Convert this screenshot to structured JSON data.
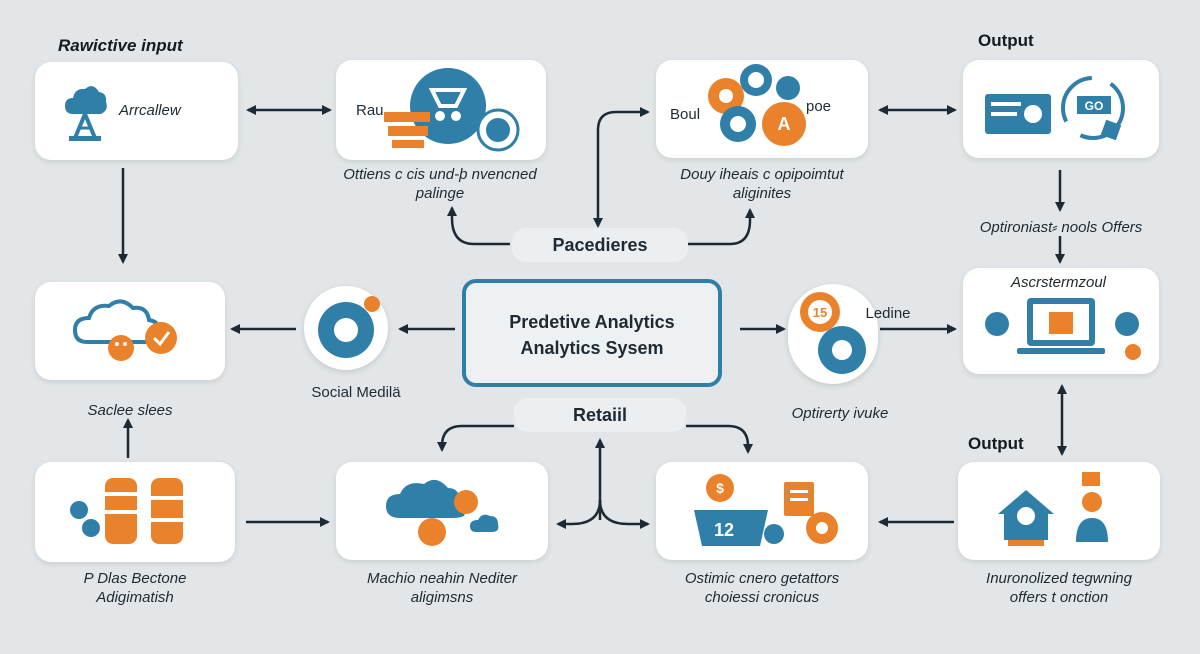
{
  "headers": {
    "raw_input": "Rawictive input",
    "output_top": "Output",
    "output_mid": "Output"
  },
  "cards": {
    "c1": {
      "inner_label": "Arrcallew"
    },
    "c2": {
      "inner_label": "Rau",
      "caption_line1": "Ottiens c cis und-þ nvencned",
      "caption_line2": "palinge"
    },
    "c3": {
      "inner_label_left": "Boul",
      "inner_label_right": "poe",
      "caption_line1": "Douy iheais c opipoimtut",
      "caption_line2": "aliginites"
    },
    "c4": {
      "caption": "Optironiast⸗ nools Offers"
    },
    "c5": {
      "caption": "Saclee slees"
    },
    "c7": {
      "inner_label": "Ascrstermzoul"
    },
    "c8": {
      "caption_line1": "P Dlas Bectone",
      "caption_line2": "Adigimatish"
    },
    "c9": {
      "caption_line1": "Machio neahin Nediter",
      "caption_line2": "aligimsns"
    },
    "c10": {
      "caption_line1": "Ostimic cnero getattors",
      "caption_line2": "choiessi cronicus"
    },
    "c11": {
      "caption_line1": "Inuronolized tegwning",
      "caption_line2": "offers t onction"
    }
  },
  "center": {
    "line1": "Predetive Analytics",
    "line2": "Analytics Sysem"
  },
  "pills": {
    "top": "Pacedieres",
    "bottom": "Retaiil"
  },
  "nodes": {
    "social": {
      "caption": "Social Medilä"
    },
    "gears": {
      "caption": "Optirerty ivuke",
      "side_label": "Ledine"
    }
  },
  "icons": {
    "c3_gear_label": "A",
    "c4_chip": "GO",
    "c10_dollar": "$",
    "c10_number": "12",
    "gears_number": "15"
  },
  "colors": {
    "blue": "#2f7fa8",
    "orange": "#e9822a",
    "dark": "#1e2a33",
    "bg": "#e2e6e8"
  }
}
